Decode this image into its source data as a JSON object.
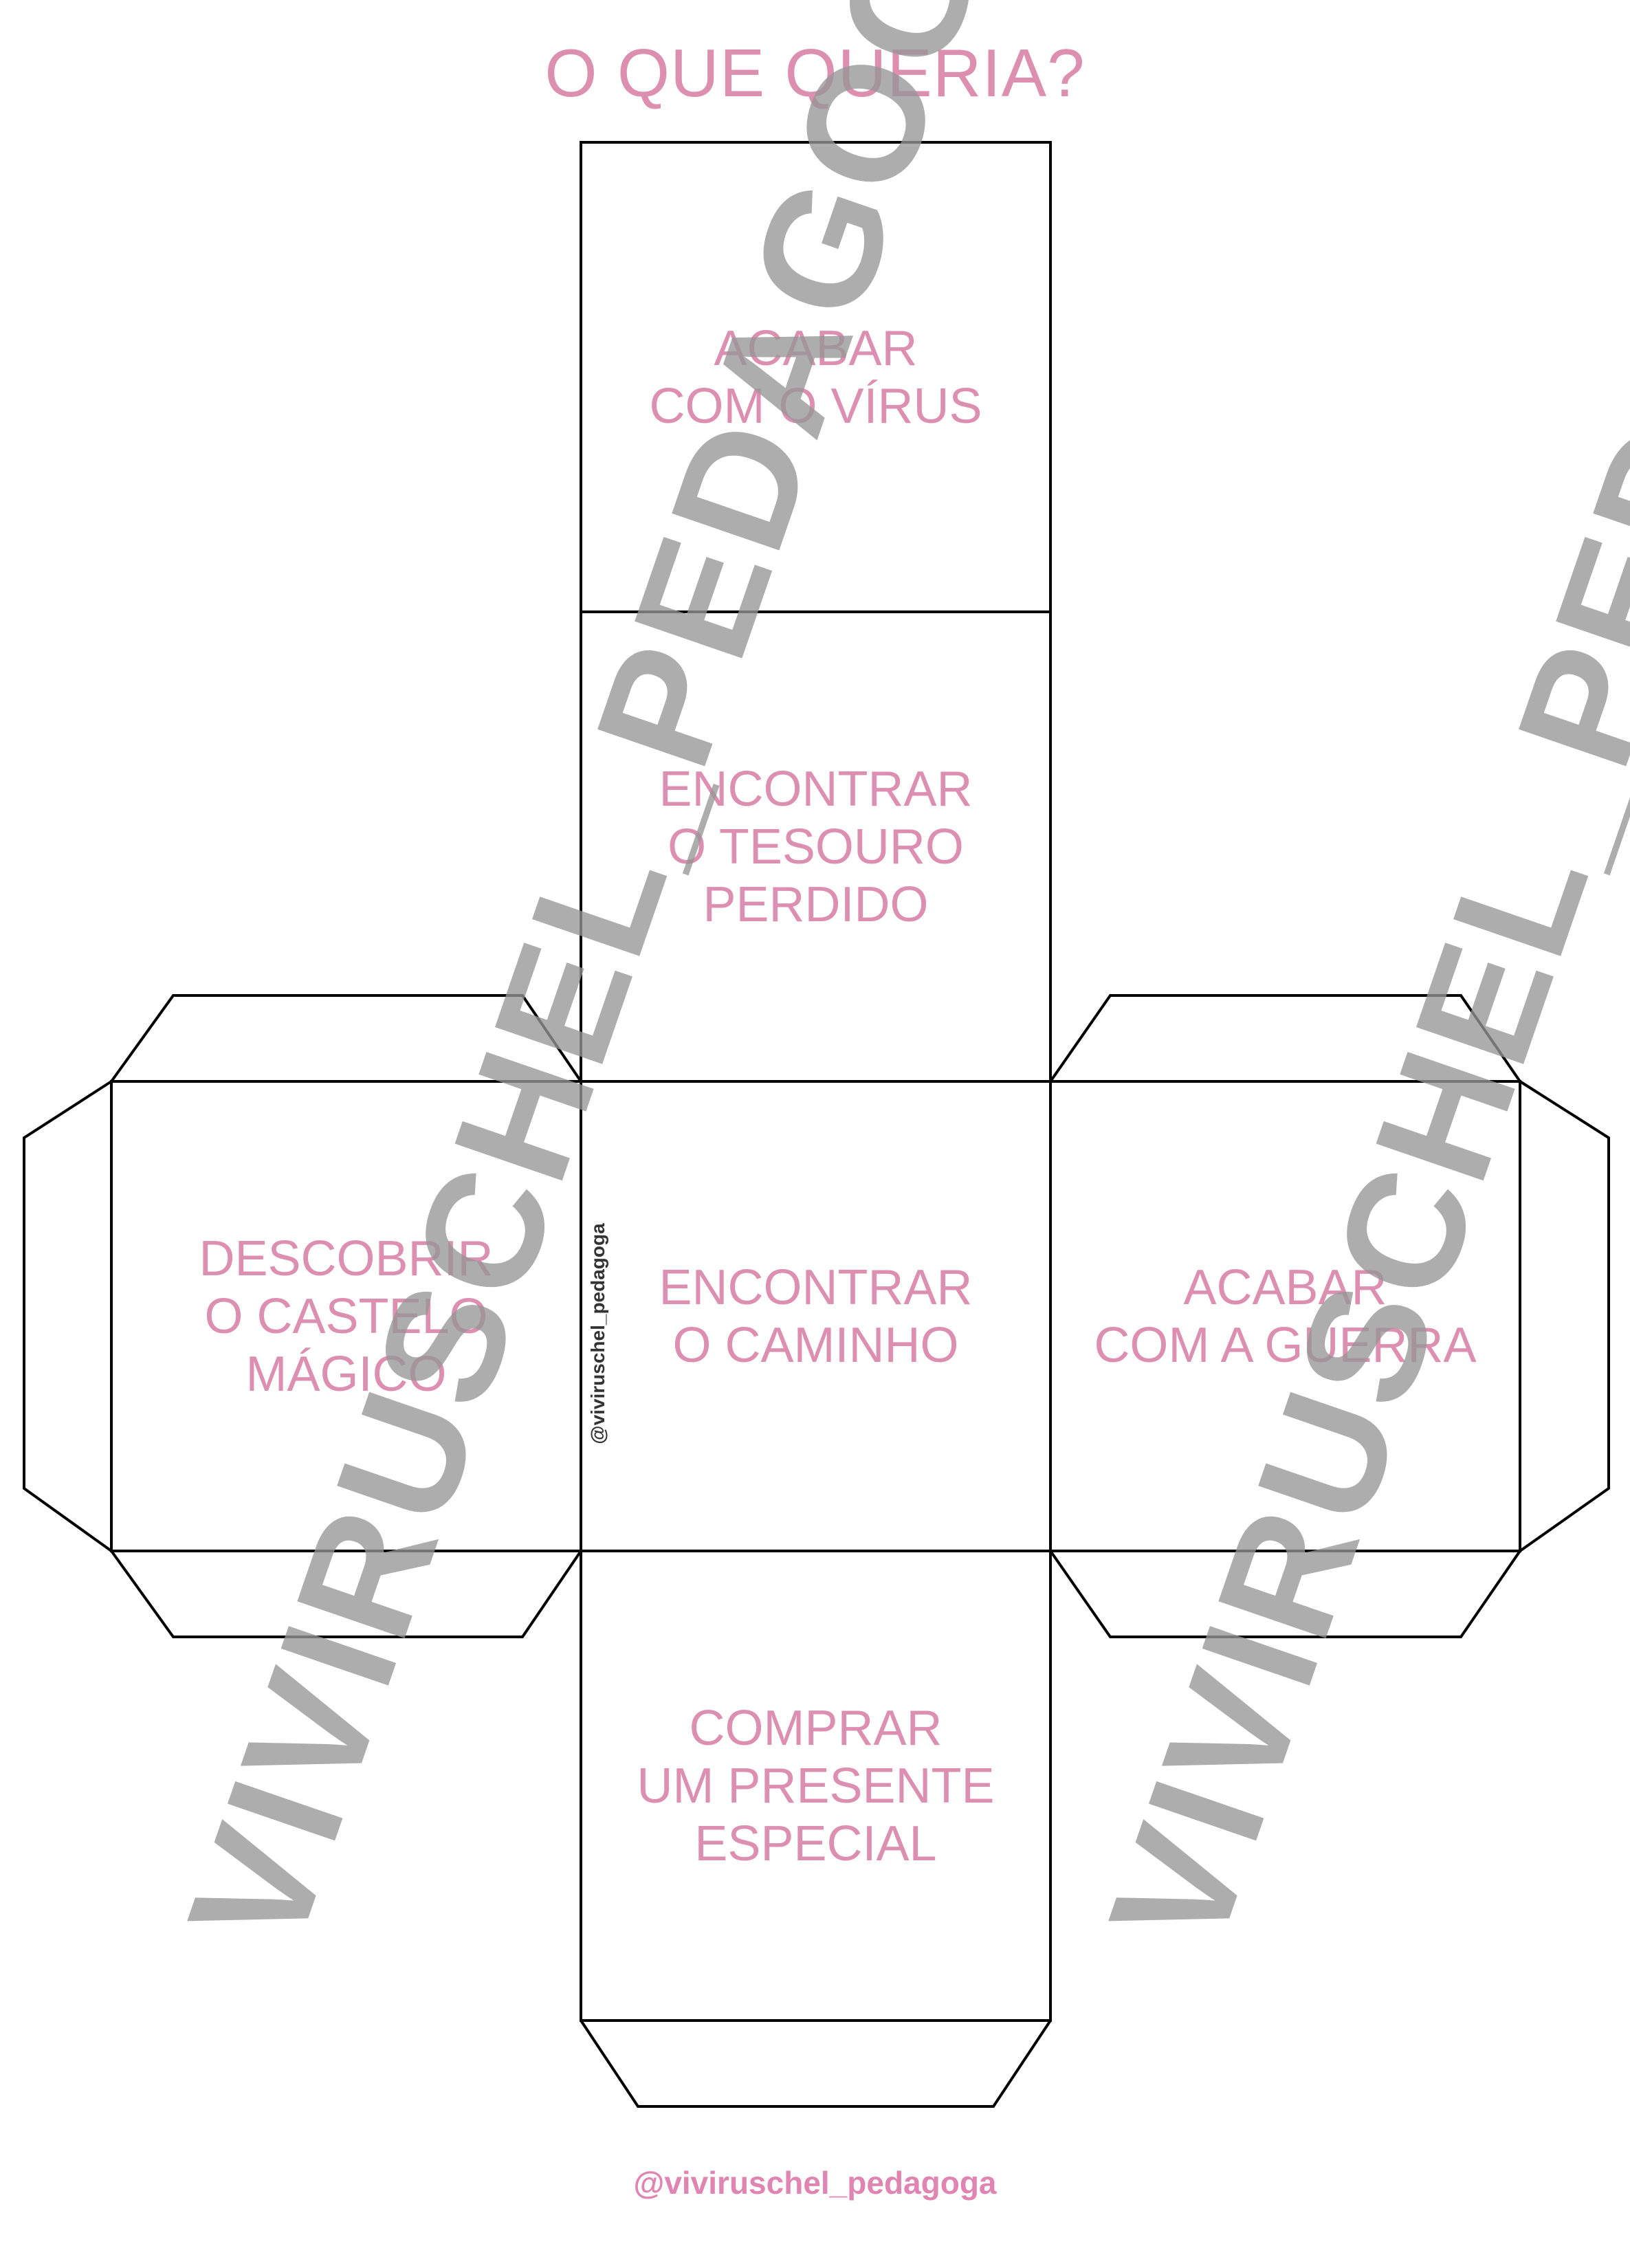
{
  "title": "O QUE QUERIA?",
  "faces": [
    {
      "lines": [
        "ACABAR",
        "COM O VÍRUS"
      ]
    },
    {
      "lines": [
        "ENCONTRAR",
        "O TESOURO",
        "PERDIDO"
      ]
    },
    {
      "lines": [
        "DESCOBRIR",
        "O CASTELO",
        "MÁGICO"
      ]
    },
    {
      "lines": [
        "ENCONTRAR",
        "O CAMINHO"
      ]
    },
    {
      "lines": [
        "ACABAR",
        "COM A GUERRA"
      ]
    },
    {
      "lines": [
        "COMPRAR",
        "UM PRESENTE",
        "ESPECIAL"
      ]
    }
  ],
  "watermark": "VIVIRUSCHEL_PEDAGOGA",
  "side_credit": "@viviruschel_pedagoga",
  "footer": "@viviruschel_pedagoga",
  "colors": {
    "text_pink": "#dc8fb0",
    "line": "#000000",
    "watermark": "#969696"
  }
}
